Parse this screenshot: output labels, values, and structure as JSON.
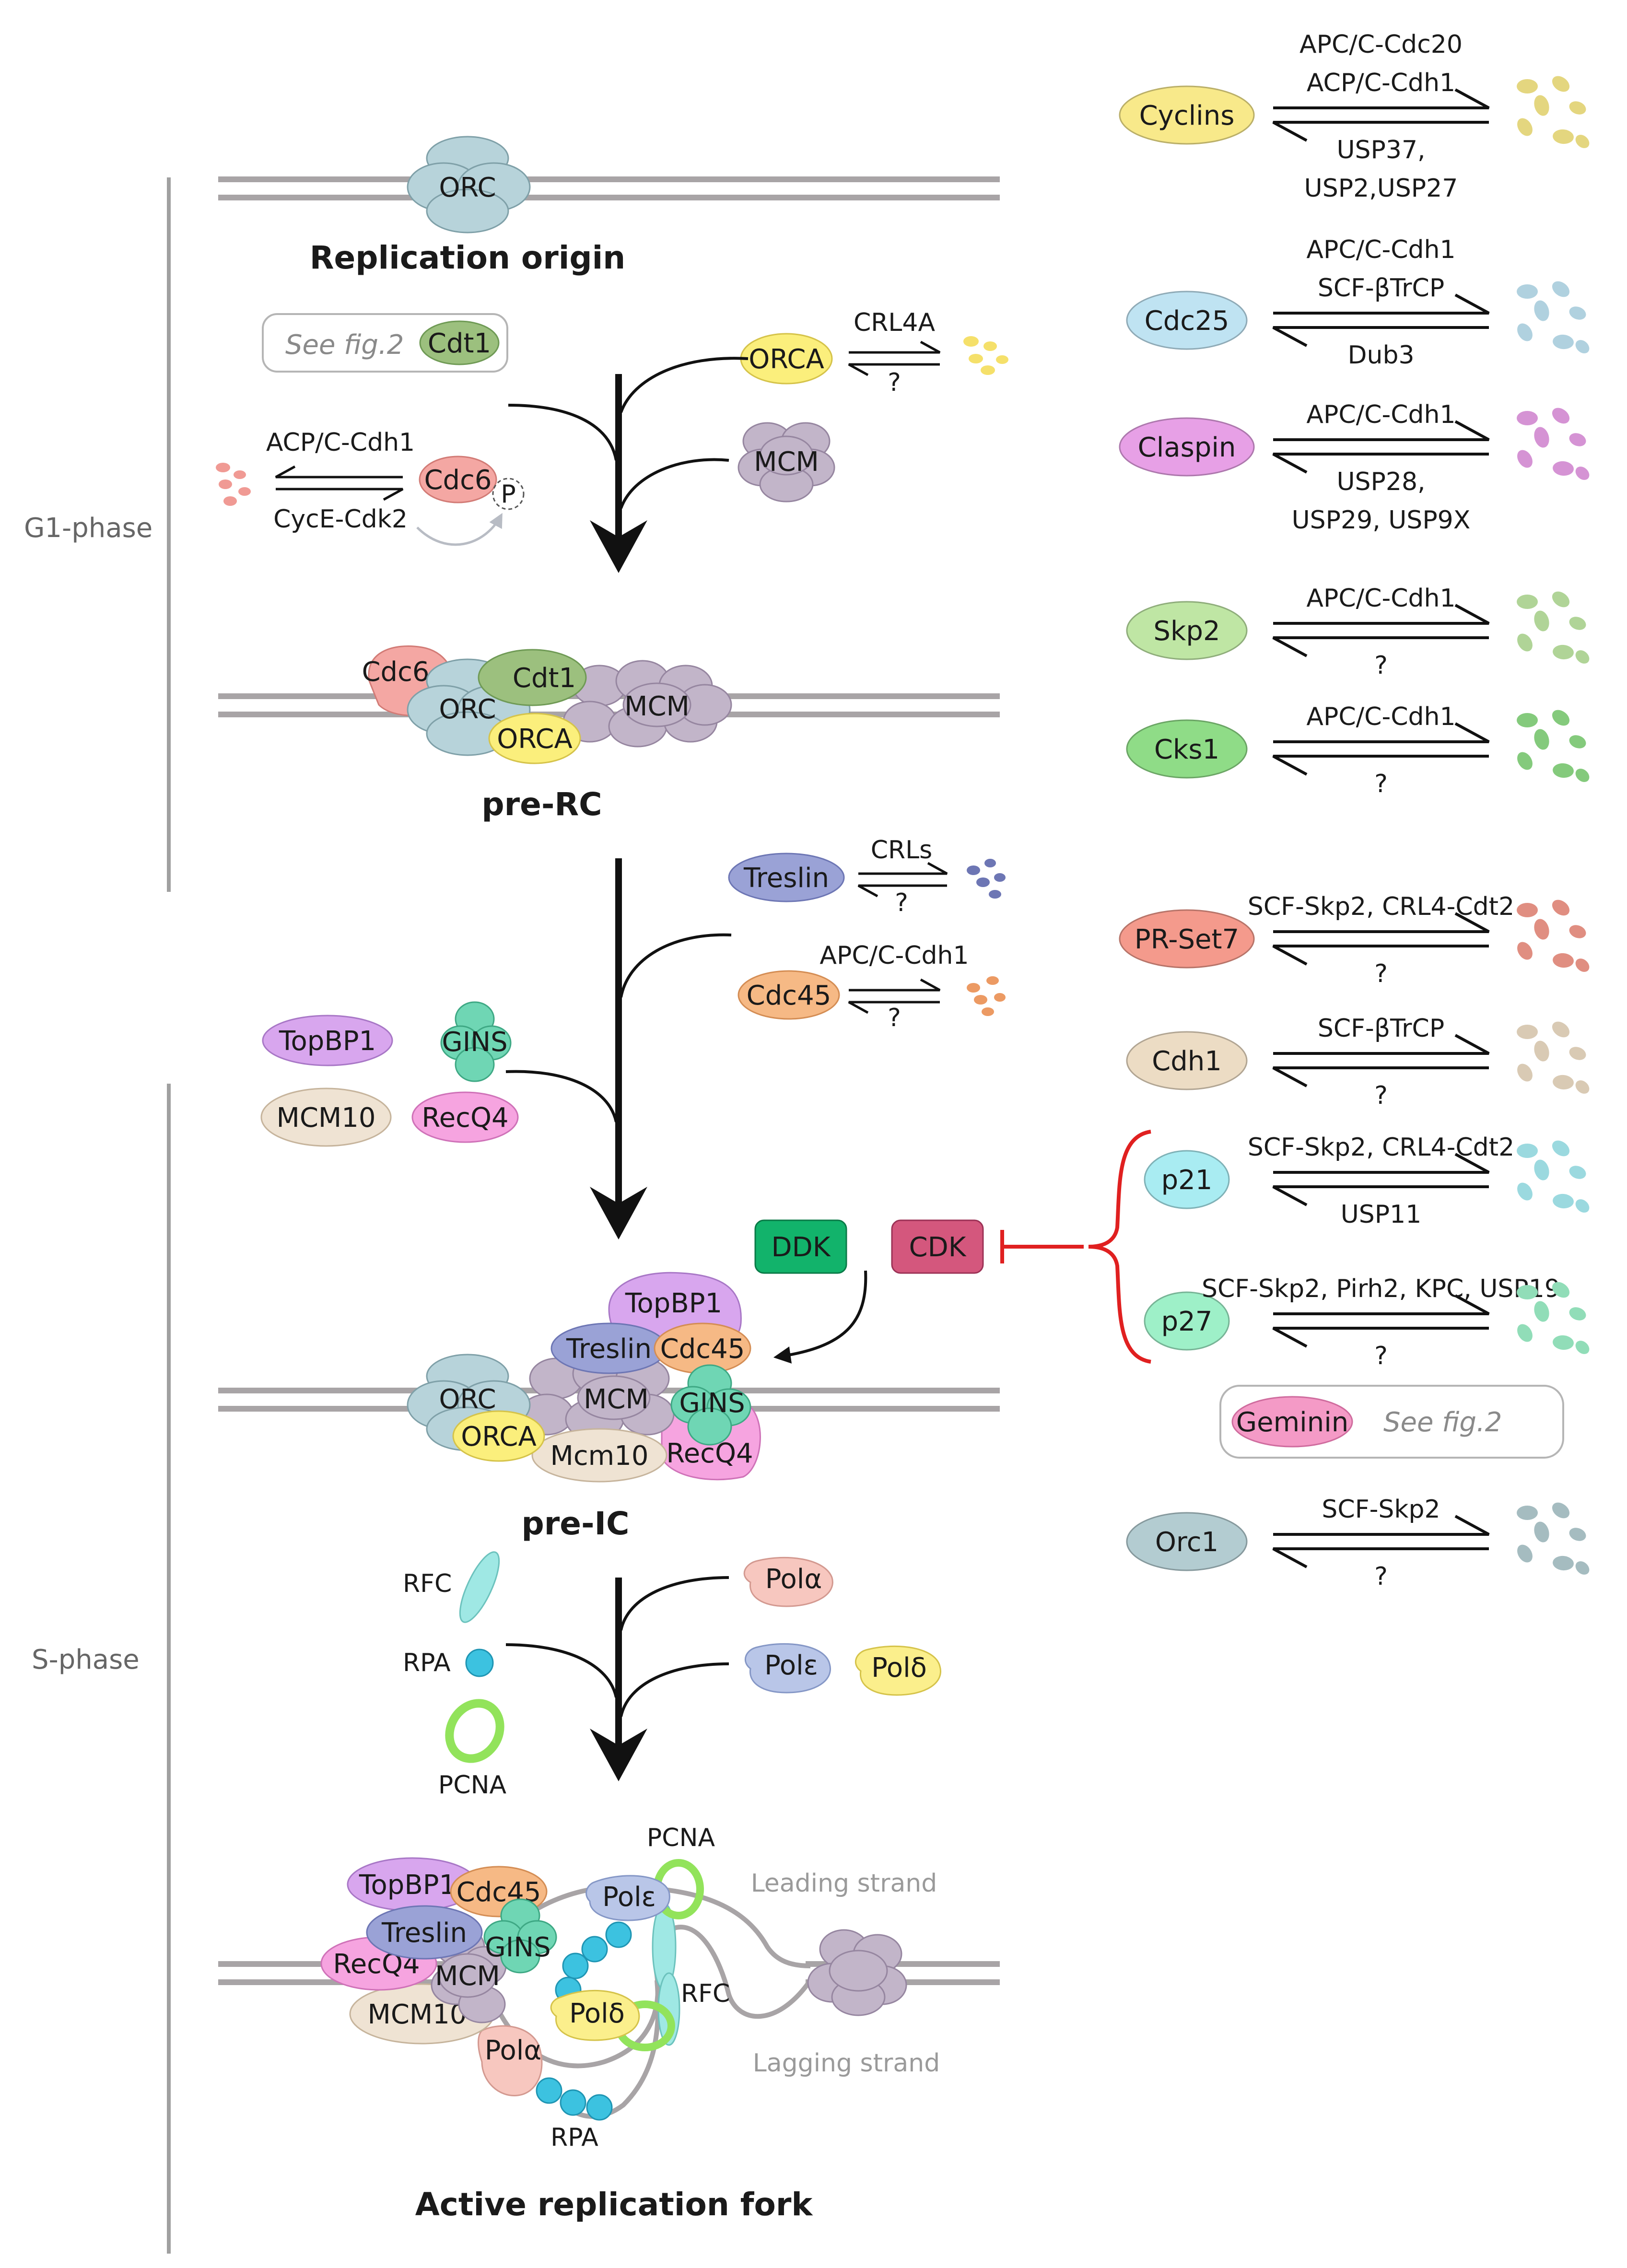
{
  "phases": {
    "g1": "G1-phase",
    "s": "S-phase"
  },
  "stages": {
    "origin": "Replication origin",
    "prerc": "pre-RC",
    "preic": "pre-IC",
    "fork": "Active replication fork"
  },
  "proteins": {
    "orc": "ORC",
    "cdt1": "Cdt1",
    "cdc6": "Cdc6",
    "orca": "ORCA",
    "mcm": "MCM",
    "treslin": "Treslin",
    "cdc45": "Cdc45",
    "topbp1": "TopBP1",
    "gins": "GINS",
    "mcm10_upper": "MCM10",
    "mcm10": "Mcm10",
    "recq4": "RecQ4",
    "ddk": "DDK",
    "cdk": "CDK",
    "rfc": "RFC",
    "rpa": "RPA",
    "pcna": "PCNA",
    "pol_alpha": "Polα",
    "pol_epsilon": "Polε",
    "pol_delta": "Polδ",
    "phospho": "P"
  },
  "annotations": {
    "see_fig2": "See fig.2",
    "cdc6_deg": "ACP/C-Cdh1",
    "cdc6_stab": "CycE-Cdk2",
    "orca_deg": "CRL4A",
    "unknown": "?",
    "treslin_deg": "CRLs",
    "cdc45_deg": "APC/C-Cdh1",
    "leading": "Leading strand",
    "lagging": "Lagging strand"
  },
  "regulators": [
    {
      "name": "Cyclins",
      "top": [
        "APC/C-Cdc20",
        "ACP/C-Cdh1"
      ],
      "bottom": [
        "USP37,",
        "USP2,USP27"
      ],
      "color": "#f8e98a"
    },
    {
      "name": "Cdc25",
      "top": [
        "APC/C-Cdh1",
        "SCF-βTrCP"
      ],
      "bottom": [
        "Dub3"
      ],
      "color": "#bfe3f2"
    },
    {
      "name": "Claspin",
      "top": [
        "APC/C-Cdh1"
      ],
      "bottom": [
        "USP28,",
        "USP29, USP9X"
      ],
      "color": "#e7a0e6"
    },
    {
      "name": "Skp2",
      "top": [
        "APC/C-Cdh1"
      ],
      "bottom": [
        "?"
      ],
      "color": "#bfe6a4"
    },
    {
      "name": "Cks1",
      "top": [
        "APC/C-Cdh1"
      ],
      "bottom": [
        "?"
      ],
      "color": "#8fdc87"
    },
    {
      "name": "PR-Set7",
      "top": [
        "SCF-Skp2, CRL4-Cdt2"
      ],
      "bottom": [
        "?"
      ],
      "color": "#f49a8c"
    },
    {
      "name": "Cdh1",
      "top": [
        "SCF-βTrCP"
      ],
      "bottom": [
        "?"
      ],
      "color": "#ecdcc4"
    },
    {
      "name": "p21",
      "top": [
        "SCF-Skp2, CRL4-Cdt2"
      ],
      "bottom": [
        "USP11"
      ],
      "color": "#a9ecf2"
    },
    {
      "name": "p27",
      "top": [
        "SCF-Skp2, Pirh2, KPC, USP19"
      ],
      "bottom": [
        "?"
      ],
      "color": "#9ef0c8"
    },
    {
      "name": "Orc1",
      "top": [
        "SCF-Skp2"
      ],
      "bottom": [
        "?"
      ],
      "color": "#b3ccd1"
    }
  ],
  "geminin": {
    "name": "Geminin",
    "note": "See fig.2"
  },
  "colors": {
    "orc": "#b7d3da",
    "mcm": "#c2b5c9",
    "cdt1": "#9cc07e",
    "cdc6": "#f4a7a3",
    "orca": "#fbef7c",
    "treslin": "#9aa2d6",
    "cdc45": "#f6b985",
    "topbp1": "#d8a6ee",
    "gins": "#6fd6b4",
    "recq4": "#f6a4e0",
    "mcm10": "#efe3d3",
    "ddk": "#12b36b",
    "cdk": "#d4577d",
    "inhibit": "#e02020",
    "pcna": "#92e35b",
    "rpa": "#3cc2e0",
    "rfc": "#9fe8e4",
    "pol_alpha": "#f7c7bf",
    "pol_epsilon": "#b9c6e8",
    "pol_delta": "#fbef8c"
  }
}
